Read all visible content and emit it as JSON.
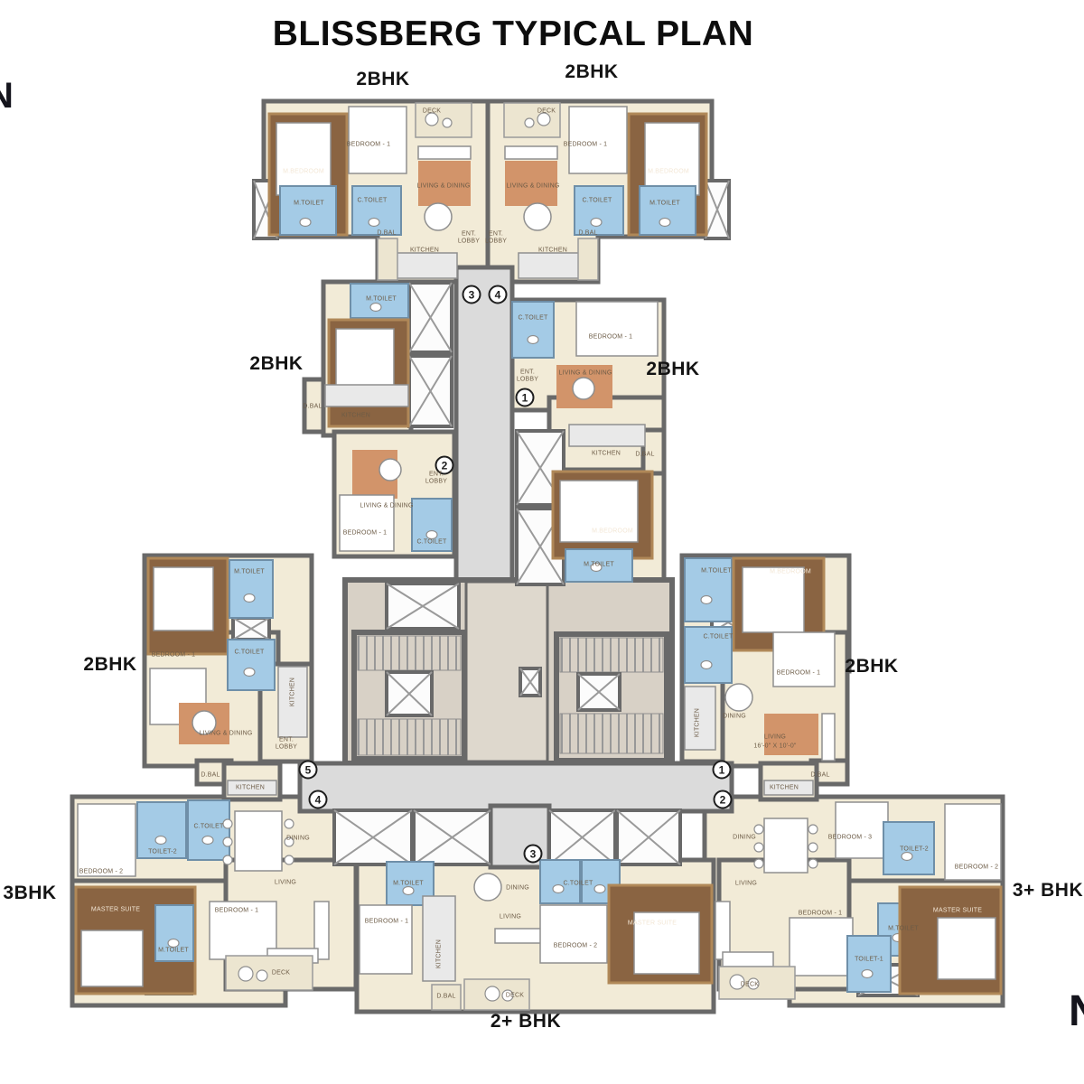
{
  "title": "BLISSBERG TYPICAL PLAN",
  "edge_text": {
    "left": "N",
    "bottom_right": "N"
  },
  "palette": {
    "wall": "#696969",
    "unit_floor": "#f2ebd7",
    "corridor": "#dbdbdb",
    "core_floor": "#d8d1c6",
    "toilet_blue": "#a4cbe6",
    "wood_floor": "#8a6442",
    "rug_orange": "#d2946a",
    "lift_white": "#fcfcfc"
  },
  "markers": {
    "m0": "3",
    "m1": "4",
    "m2": "1",
    "m3": "2",
    "m4": "5",
    "m5": "4",
    "m6": "1",
    "m7": "2",
    "m8": "3"
  },
  "units": {
    "u1": {
      "label": "2BHK",
      "rooms": {
        "deck": "DECK",
        "bed1": "BEDROOM - 1",
        "mbed": "M.BEDROOM",
        "mtoi": "M.TOILET",
        "ctoi": "C.TOILET",
        "liv": "LIVING & DINING",
        "lob": "ENT. LOBBY",
        "kit": "KITCHEN",
        "dbal": "D.BAL"
      }
    },
    "u2": {
      "label": "2BHK",
      "rooms": {
        "deck": "DECK",
        "bed1": "BEDROOM - 1",
        "mbed": "M.BEDROOM",
        "mtoi": "M.TOILET",
        "ctoi": "C.TOILET",
        "liv": "LIVING & DINING",
        "lob": "ENT. LOBBY",
        "kit": "KITCHEN",
        "dbal": "D.BAL"
      }
    },
    "u3": {
      "label": "2BHK",
      "rooms": {
        "mtoi": "M.TOILET",
        "dbal": "D.BAL",
        "kit": "KITCHEN",
        "liv": "LIVING & DINING",
        "lob": "ENT. LOBBY",
        "bed1": "BEDROOM - 1",
        "ctoi": "C.TOILET"
      }
    },
    "u4": {
      "label": "2BHK",
      "rooms": {
        "ctoi": "C.TOILET",
        "lob": "ENT. LOBBY",
        "bed1": "BEDROOM - 1",
        "liv": "LIVING & DINING",
        "kit": "KITCHEN",
        "dbal": "D.BAL",
        "mbed": "M.BEDROOM",
        "mtoi": "M.TOILET"
      }
    },
    "u5": {
      "label": "2BHK",
      "rooms": {
        "mtoi": "M.TOILET",
        "ctoi": "C.TOILET",
        "bed1": "BEDROOM - 1",
        "liv": "LIVING & DINING",
        "lob": "ENT. LOBBY",
        "kit": "KITCHEN",
        "dbal": "D.BAL"
      }
    },
    "u6": {
      "label": "2BHK",
      "rooms": {
        "mtoi": "M.TOILET",
        "mbed": "M.BEDROOM",
        "ctoi": "C.TOILET",
        "bed1": "BEDROOM - 1",
        "din": "DINING",
        "kit": "KITCHEN",
        "liv": "LIVING",
        "livdim": "16'-0\" X 10'-0\"",
        "dbal": "D.BAL"
      }
    },
    "u7": {
      "label": "3BHK",
      "rooms": {
        "kit": "KITCHEN",
        "bed2": "BEDROOM - 2",
        "toi2": "TOILET-2",
        "ctoi": "C.TOILET",
        "din": "DINING",
        "liv": "LIVING",
        "mast": "MASTER SUITE",
        "mtoi": "M.TOILET",
        "bed1": "BEDROOM - 1",
        "deck": "DECK"
      }
    },
    "u8": {
      "label": "3+ BHK",
      "rooms": {
        "din": "DINING",
        "kit": "KITCHEN",
        "bed3": "BEDROOM - 3",
        "toi2": "TOILET-2",
        "bed2": "BEDROOM - 2",
        "liv": "LIVING",
        "bed1": "BEDROOM - 1",
        "mast": "MASTER SUITE",
        "mtoi": "M.TOILET",
        "toi1": "TOILET-1",
        "deck": "DECK"
      }
    },
    "u9": {
      "label": "2+ BHK",
      "rooms": {
        "mtoi": "M.TOILET",
        "ctoi": "C.TOILET",
        "din": "DINING",
        "liv": "LIVING",
        "bed1": "BEDROOM - 1",
        "kit": "KITCHEN",
        "bed2": "BEDROOM - 2",
        "mast": "MASTER SUITE",
        "dbal": "D.BAL",
        "deck": "DECK"
      }
    }
  }
}
